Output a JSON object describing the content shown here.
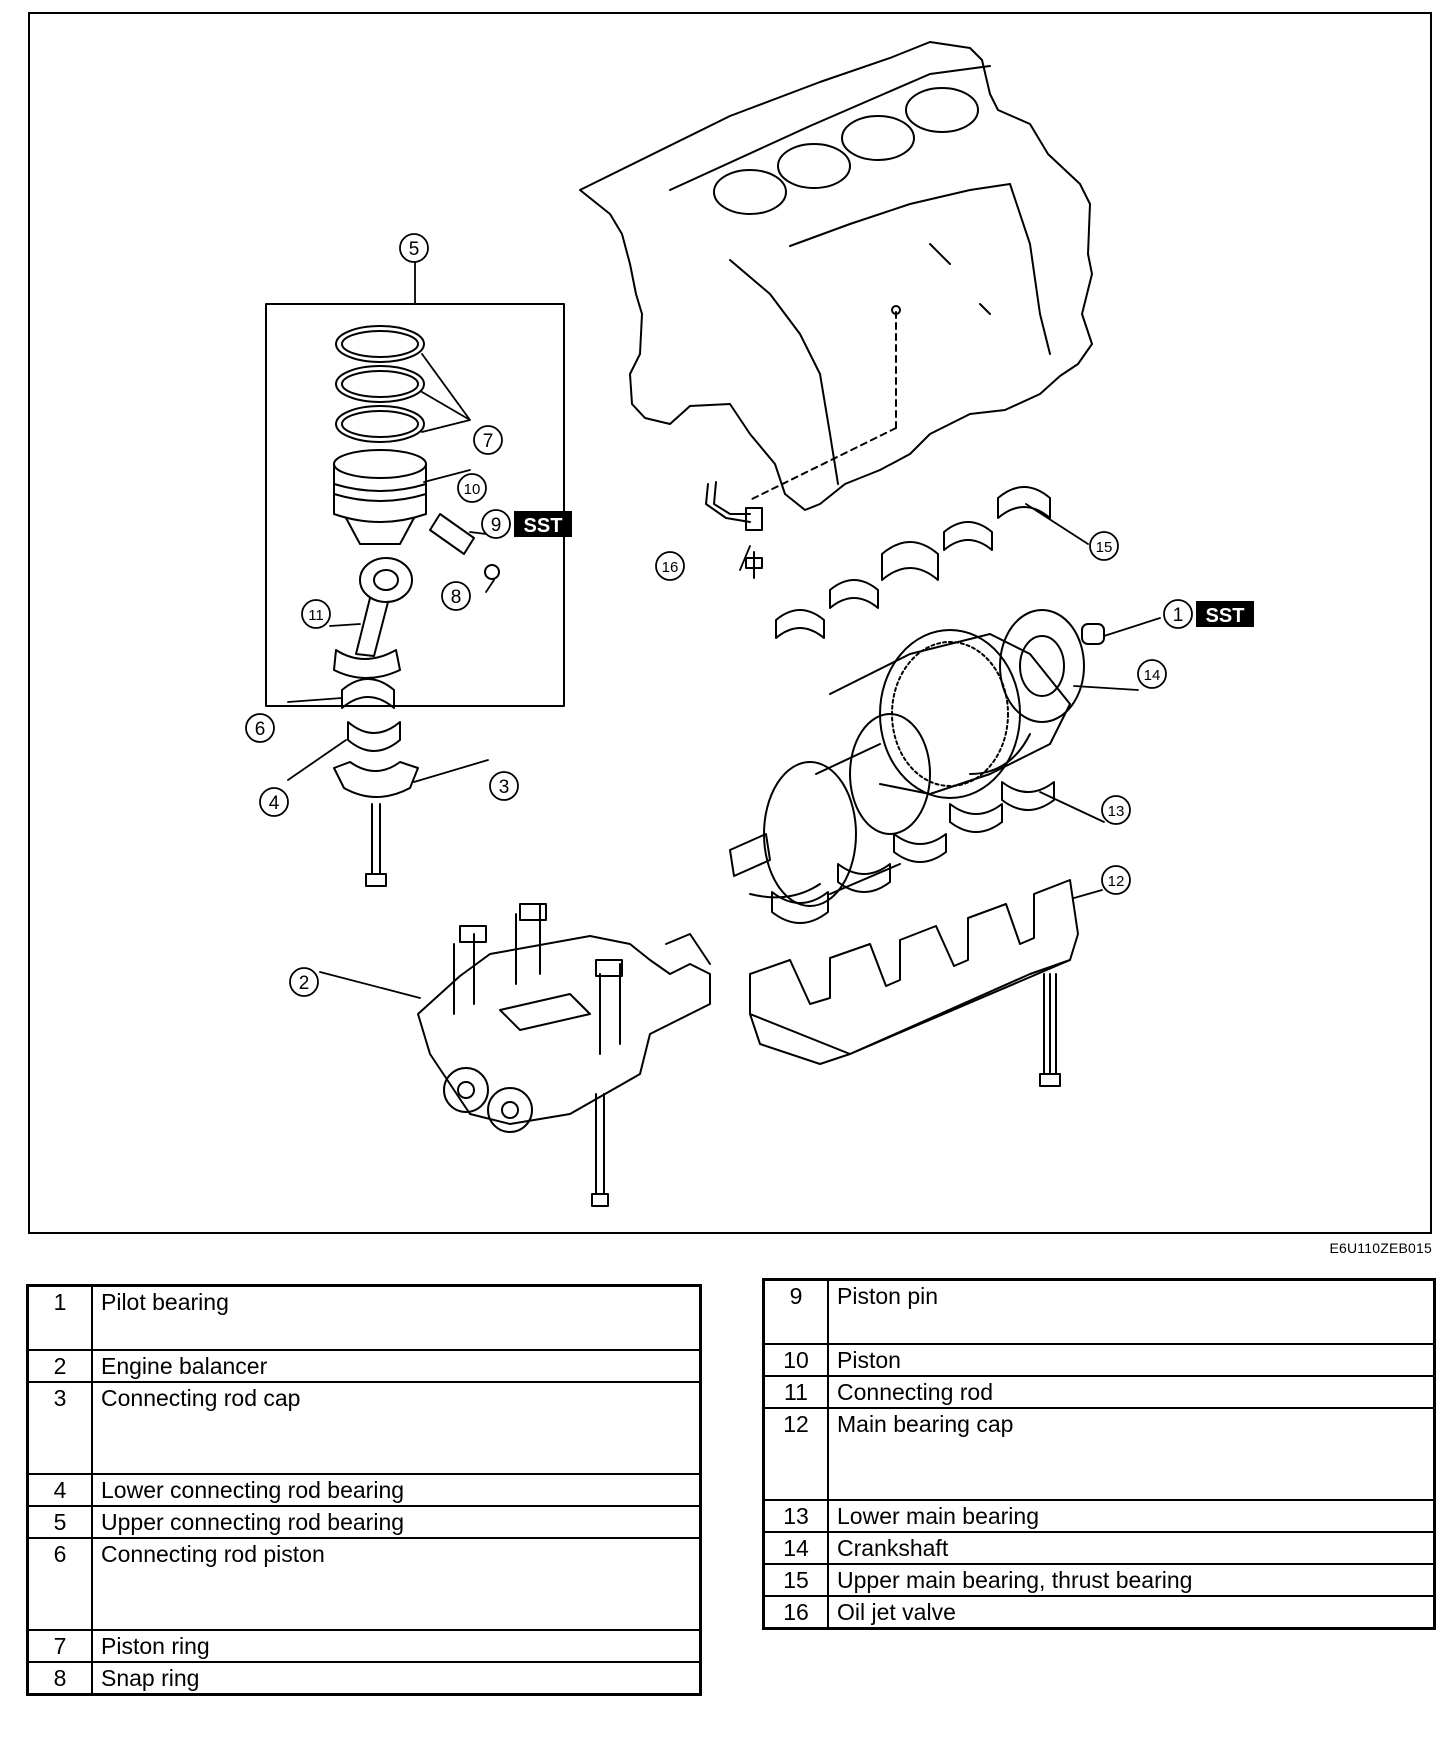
{
  "figure": {
    "code": "E6U110ZEB015",
    "sst_label": "SST",
    "callouts": [
      "1",
      "2",
      "3",
      "4",
      "5",
      "6",
      "7",
      "8",
      "9",
      "10",
      "11",
      "12",
      "13",
      "14",
      "15",
      "16"
    ]
  },
  "parts_left": [
    {
      "num": "1",
      "name": "Pilot bearing"
    },
    {
      "num": "2",
      "name": "Engine balancer"
    },
    {
      "num": "3",
      "name": "Connecting rod cap"
    },
    {
      "num": "4",
      "name": "Lower connecting rod bearing"
    },
    {
      "num": "5",
      "name": "Upper connecting rod bearing"
    },
    {
      "num": "6",
      "name": "Connecting rod piston"
    },
    {
      "num": "7",
      "name": "Piston ring"
    },
    {
      "num": "8",
      "name": "Snap ring"
    }
  ],
  "parts_right": [
    {
      "num": "9",
      "name": "Piston pin"
    },
    {
      "num": "10",
      "name": "Piston"
    },
    {
      "num": "11",
      "name": "Connecting rod"
    },
    {
      "num": "12",
      "name": "Main bearing cap"
    },
    {
      "num": "13",
      "name": "Lower main bearing"
    },
    {
      "num": "14",
      "name": "Crankshaft"
    },
    {
      "num": "15",
      "name": "Upper main bearing, thrust bearing"
    },
    {
      "num": "16",
      "name": "Oil jet valve"
    }
  ]
}
